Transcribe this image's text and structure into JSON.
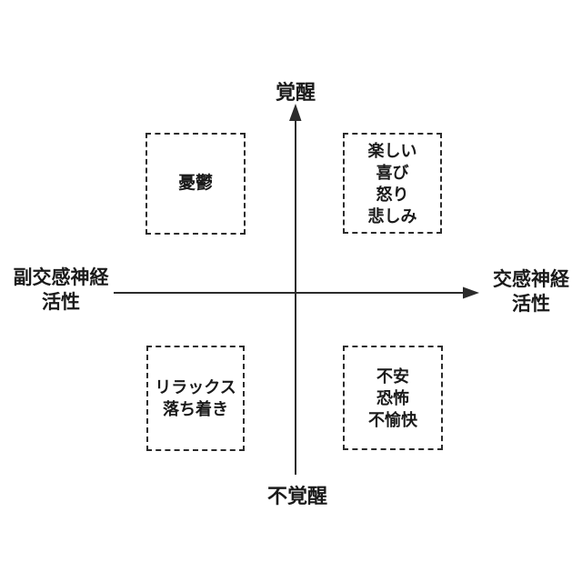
{
  "diagram": {
    "title_implicit": "覚醒と自律神経活性の象限図",
    "axis_labels": {
      "top": "覚醒",
      "bottom": "不覚醒",
      "left": [
        "副交感神経",
        "活性"
      ],
      "right": [
        "交感神経",
        "活性"
      ]
    },
    "quadrants": {
      "top_left": {
        "lines": [
          "憂鬱"
        ]
      },
      "top_right": {
        "lines": [
          "楽しい",
          "喜び",
          "怒り",
          "悲しみ"
        ]
      },
      "bottom_left": {
        "lines": [
          "リラックス",
          "落ち着き"
        ]
      },
      "bottom_right": {
        "lines": [
          "不安",
          "恐怖",
          "不愉快"
        ]
      }
    },
    "colors": {
      "background": "#ffffff",
      "line": "#2b2b2b",
      "text": "#1a1a1a"
    }
  }
}
